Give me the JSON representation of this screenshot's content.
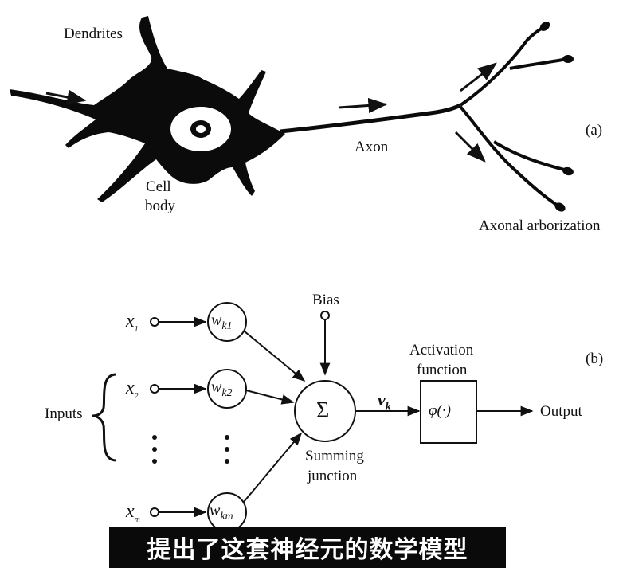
{
  "panel_a": {
    "label": "(a)",
    "dendrites": "Dendrites",
    "cell_body_line1": "Cell",
    "cell_body_line2": "body",
    "axon": "Axon",
    "axonal_arborization": "Axonal arborization"
  },
  "panel_b": {
    "label": "(b)",
    "inputs": "Inputs",
    "x1": "x",
    "x1_sub": "1",
    "x2": "x",
    "x2_sub": "2",
    "xm": "x",
    "xm_sub": "m",
    "w1": "w",
    "w1_sub": "k1",
    "w2": "w",
    "w2_sub": "k2",
    "wm": "w",
    "wm_sub": "km",
    "bias": "Bias",
    "sigma": "Σ",
    "vk": "v",
    "vk_sub": "k",
    "activation_line1": "Activation",
    "activation_line2": "function",
    "phi": "φ(·)",
    "output": "Output",
    "summing_line1": "Summing",
    "summing_line2": "junction"
  },
  "caption": "提出了这套神经元的数学模型"
}
